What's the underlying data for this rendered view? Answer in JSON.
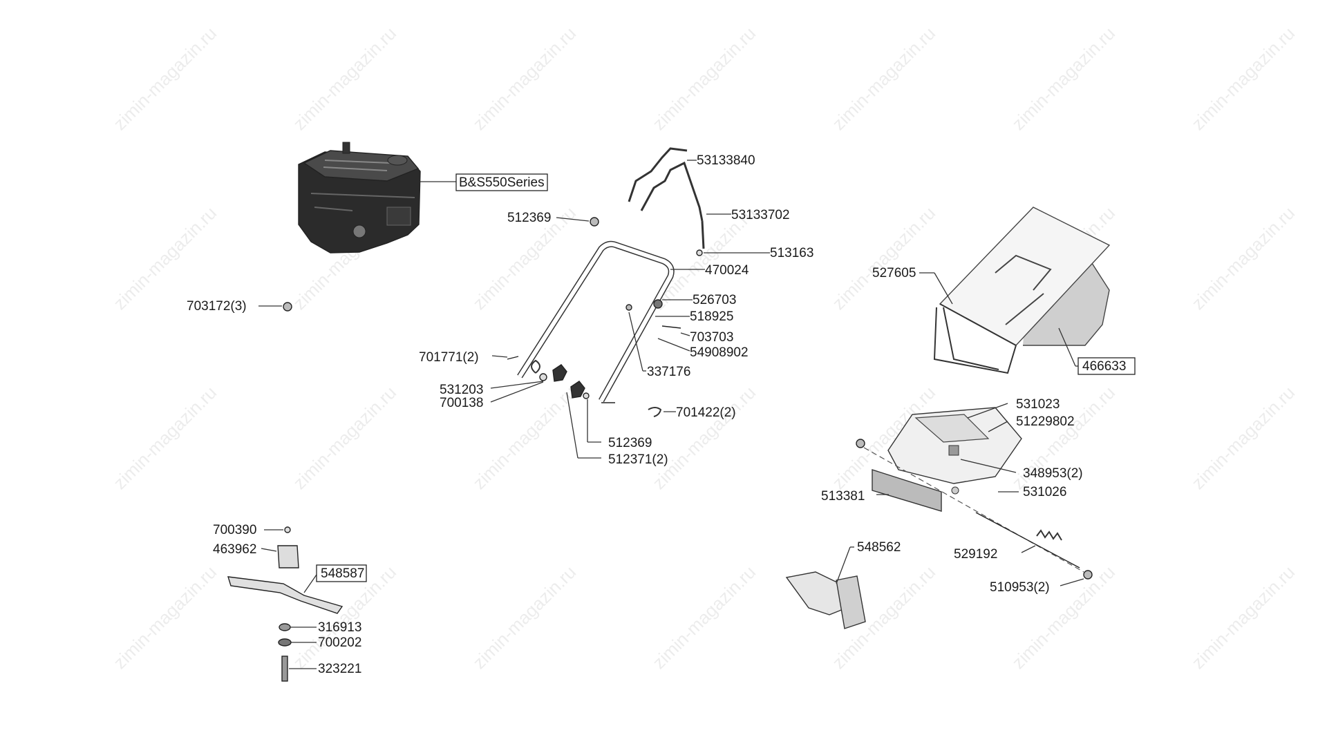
{
  "watermark": "zimin-magazin.ru",
  "labels": {
    "engine": "B&S550Series",
    "handle_upper": "53133840",
    "handle_cable": "53133702",
    "nut_512369_top": "512369",
    "washer_513163": "513163",
    "handle_lower": "470024",
    "part_526703": "526703",
    "part_518925": "518925",
    "bolt_703703": "703703",
    "part_54908902": "54908902",
    "part_337176": "337176",
    "bolt_701771": "701771(2)",
    "part_531203": "531203",
    "part_700138": "700138",
    "clip_701422": "701422(2)",
    "nut_512369_bottom": "512369",
    "knob_512371": "512371(2)",
    "nut_703172": "703172(3)",
    "frame_527605": "527605",
    "bag_466633": "466633",
    "part_531023": "531023",
    "part_51229802": "51229802",
    "part_348953": "348953(2)",
    "part_513381": "513381",
    "rod_531026": "531026",
    "spring_529192": "529192",
    "nut_510953": "510953(2)",
    "flap_548562": "548562",
    "part_700390": "700390",
    "adapter_463962": "463962",
    "blade_548587": "548587",
    "washer_316913": "316913",
    "washer_700202": "700202",
    "bolt_323221": "323221"
  }
}
